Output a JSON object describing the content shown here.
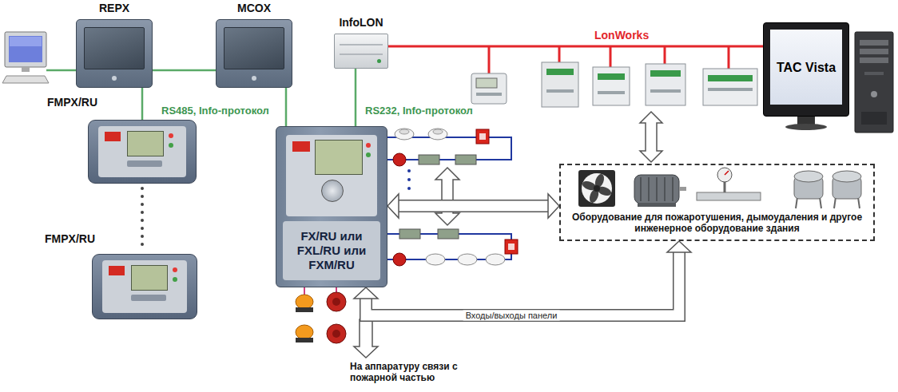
{
  "diagram": {
    "nodes": [
      {
        "text": [
          "REPX"
        ]
      },
      {
        "text": [
          "MCOX"
        ]
      },
      {
        "text": [
          "InfoLON"
        ]
      },
      {
        "text": [
          "FMPX/RU"
        ]
      },
      {
        "text": [
          "FMPX/RU"
        ]
      },
      {
        "text": [
          "FX/RU или FXL/RU или FXM/RU"
        ]
      },
      {
        "text": [
          "TAC Vista"
        ]
      },
      {
        "text": [
          "Оборудование для пожаротушения, дымоудаления и другое инженерное оборудование здания"
        ]
      }
    ],
    "edges": [
      {
        "from": 0,
        "to": 1,
        "arrow": "none"
      },
      {
        "from": 0,
        "to": 3,
        "arrow": "none"
      },
      {
        "from": 3,
        "to": 4,
        "arrow": "none"
      },
      {
        "from": 1,
        "to": 5,
        "label": "RS485, Info-протокол",
        "arrow": "none"
      },
      {
        "from": 2,
        "to": 5,
        "label": "RS232, Info-протокол",
        "arrow": "none"
      },
      {
        "from": 2,
        "to": 6,
        "label": "LonWorks",
        "arrow": "none"
      },
      {
        "from": 5,
        "to": 7,
        "arrow": "both"
      },
      {
        "from": 5,
        "to": 7,
        "label": "Входы/выходы панели",
        "arrow": "both"
      }
    ],
    "labels": [
      "На аппаратуру связи с пожарной частью"
    ]
  }
}
